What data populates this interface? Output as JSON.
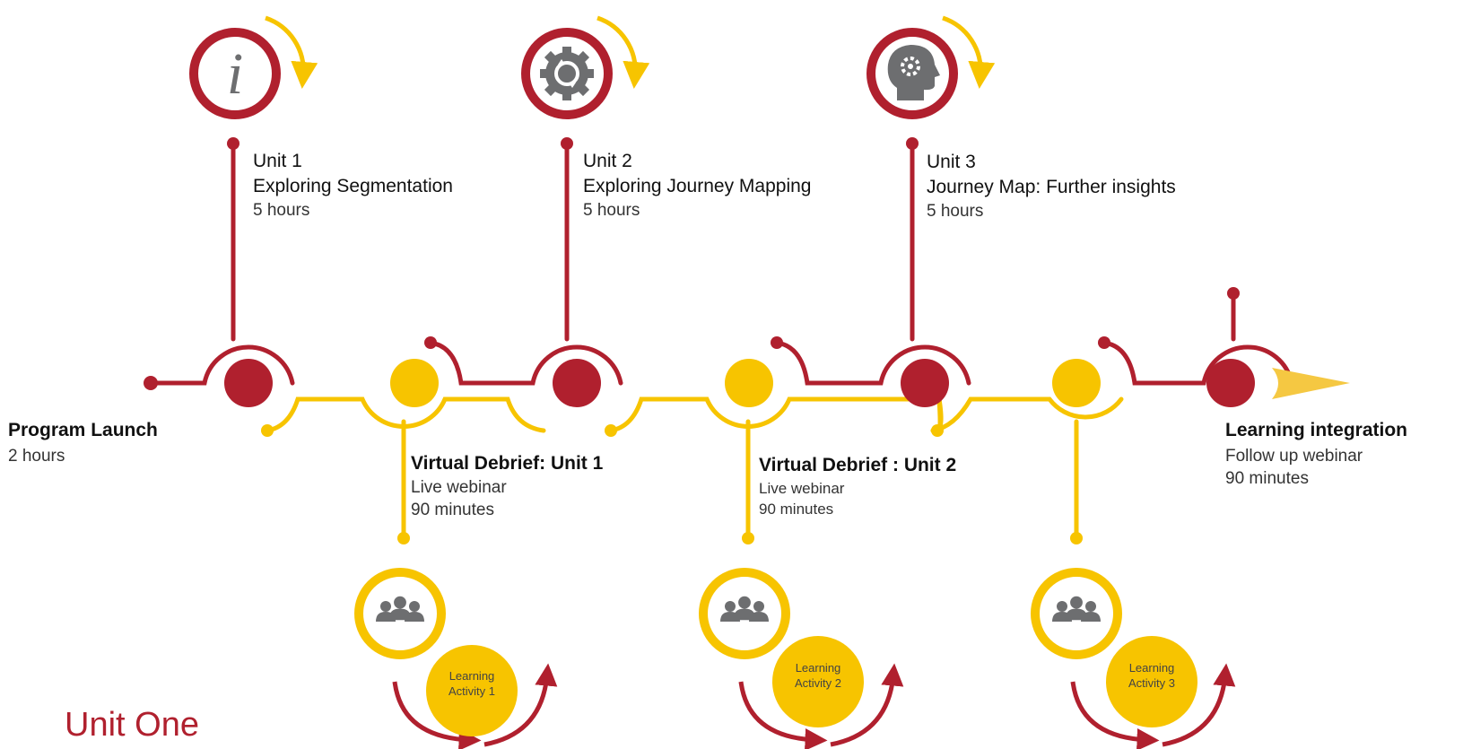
{
  "units": [
    {
      "unit": "Unit 1",
      "title": "Exploring Segmentation",
      "duration": "5 hours",
      "icon": "info-icon"
    },
    {
      "unit": "Unit 2",
      "title": "Exploring Journey Mapping",
      "duration": "5 hours",
      "icon": "gear-cycle-icon"
    },
    {
      "unit": "Unit 3",
      "title": "Journey Map: Further insights",
      "duration": "5 hours",
      "icon": "head-gear-icon"
    }
  ],
  "launch": {
    "title": "Program Launch",
    "duration": "2 hours"
  },
  "debriefs": [
    {
      "title": "Virtual Debrief: Unit 1",
      "format": "Live webinar",
      "duration": "90 minutes"
    },
    {
      "title": "Virtual Debrief : Unit 2",
      "format": "Live webinar",
      "duration": "90 minutes"
    }
  ],
  "integration": {
    "title": "Learning integration",
    "format": "Follow up webinar",
    "duration": "90 minutes"
  },
  "activities": [
    {
      "line1": "Learning",
      "line2": "Activity 1",
      "icon": "group-icon"
    },
    {
      "line1": "Learning",
      "line2": "Activity 2",
      "icon": "group-icon"
    },
    {
      "line1": "Learning",
      "line2": "Activity 3",
      "icon": "group-icon"
    }
  ],
  "heading": "Unit One",
  "colors": {
    "red": "#b0202e",
    "yellow": "#f7c400",
    "gray": "#6d6e70",
    "arrow": "#f5c842"
  }
}
